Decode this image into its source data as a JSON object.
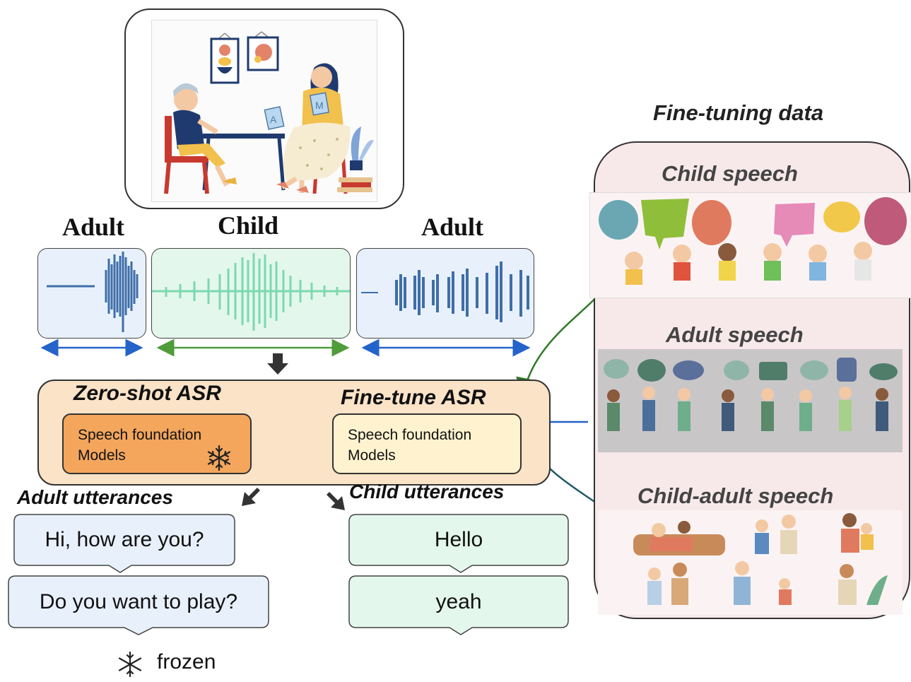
{
  "wave_labels": {
    "left": "Adult",
    "center": "Child",
    "right": "Adult"
  },
  "asr": {
    "zero_shot_title": "Zero-shot ASR",
    "fine_tune_title": "Fine-tune ASR",
    "zero_shot_model_line1": "Speech foundation",
    "zero_shot_model_line2": "Models",
    "fine_tune_model_line1": "Speech foundation",
    "fine_tune_model_line2": "Models"
  },
  "utterances": {
    "adult_title": "Adult utterances",
    "child_title": "Child utterances",
    "adult": [
      "Hi, how are you?",
      "Do you want to play?"
    ],
    "child": [
      "Hello",
      "yeah"
    ]
  },
  "fine_tuning": {
    "title": "Fine-tuning data",
    "sections": [
      "Child speech",
      "Adult speech",
      "Child-adult speech"
    ]
  },
  "legend": {
    "frozen_label": "frozen"
  },
  "colors": {
    "adult_wave": "#3f6ea8",
    "child_wave": "#6fd6a8",
    "adult_arrow": "#2463c9",
    "child_arrow": "#4f9c3a",
    "frozen_model_fill": "#f3a65c",
    "finetune_model_fill": "#fff3cf",
    "adult_bubble_fill": "#e8f1fb",
    "child_bubble_fill": "#e4f7ec"
  }
}
